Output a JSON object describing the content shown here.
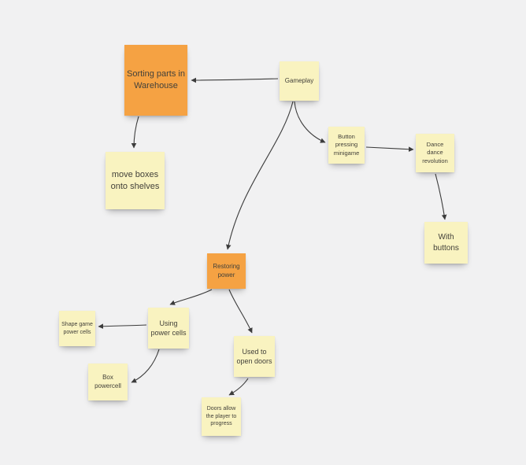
{
  "canvas": {
    "background": "#f1f1f2"
  },
  "colors": {
    "orange": "#f5a243",
    "yellow": "#f9f3c0",
    "connector": "#3c3c3c"
  },
  "notes": [
    {
      "id": "sorting-parts-warehouse",
      "text": "Sorting parts in Warehouse",
      "color": "orange"
    },
    {
      "id": "gameplay",
      "text": "Gameplay",
      "color": "yellow"
    },
    {
      "id": "move-boxes-onto-shelves",
      "text": "move boxes onto shelves",
      "color": "yellow"
    },
    {
      "id": "button-pressing-minigame",
      "text": "Button pressing minigame",
      "color": "yellow"
    },
    {
      "id": "dance-dance-revolution",
      "text": "Dance dance revolution",
      "color": "yellow"
    },
    {
      "id": "with-buttons",
      "text": "With buttons",
      "color": "yellow"
    },
    {
      "id": "restoring-power",
      "text": "Restoring power",
      "color": "orange"
    },
    {
      "id": "using-power-cells",
      "text": "Using power cells",
      "color": "yellow"
    },
    {
      "id": "shape-game-power-cells",
      "text": "Shape game power cells",
      "color": "yellow"
    },
    {
      "id": "box-powercell",
      "text": "Box powercell",
      "color": "yellow"
    },
    {
      "id": "used-to-open-doors",
      "text": "Used to open doors",
      "color": "yellow"
    },
    {
      "id": "doors-allow-player-progress",
      "text": "Doors allow the player to progress",
      "color": "yellow"
    }
  ]
}
